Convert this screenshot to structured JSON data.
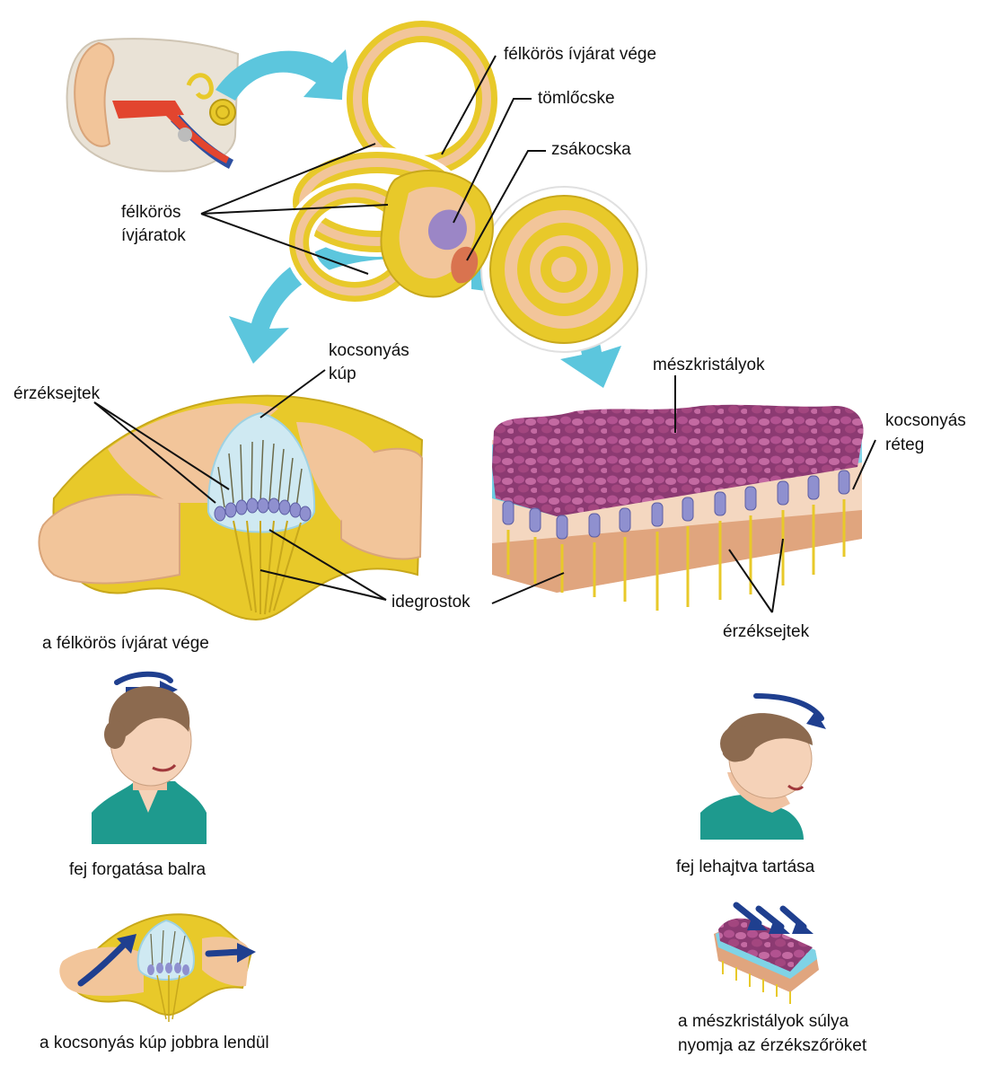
{
  "labels": {
    "canal_end": "félkörös ívjárat vége",
    "utricle": "tömlőcske",
    "saccule": "zsákocska",
    "canals_1": "félkörös",
    "canals_2": "ívjáratok",
    "cupula_1": "kocsonyás",
    "cupula_2": "kúp",
    "hair_cells_left": "érzéksejtek",
    "otoliths": "mészkristályok",
    "gel_layer_1": "kocsonyás",
    "gel_layer_2": "réteg",
    "nerve_fibers": "idegrostok",
    "hair_cells_right": "érzéksejtek",
    "ampulla_caption": "a félkörös ívjárat vége",
    "rotate_caption": "fej forgatása balra",
    "tilt_caption": "fej lehajtva tartása",
    "cupula_caption": "a kocsonyás kúp jobbra lendül",
    "weight_caption_1": "a mészkristályok súlya",
    "weight_caption_2": "nyomja az érzékszőröket"
  },
  "colors": {
    "arrow_cyan": "#5cc6dd",
    "bone_yellow": "#e8c92a",
    "tissue_peach": "#f2c59a",
    "crystal_purple": "#8c3a72",
    "gel_blue": "#7fd3e6",
    "head_arrow_blue": "#1f3f8f",
    "shirt_teal": "#1e9a8e",
    "leader_line": "#111111"
  }
}
